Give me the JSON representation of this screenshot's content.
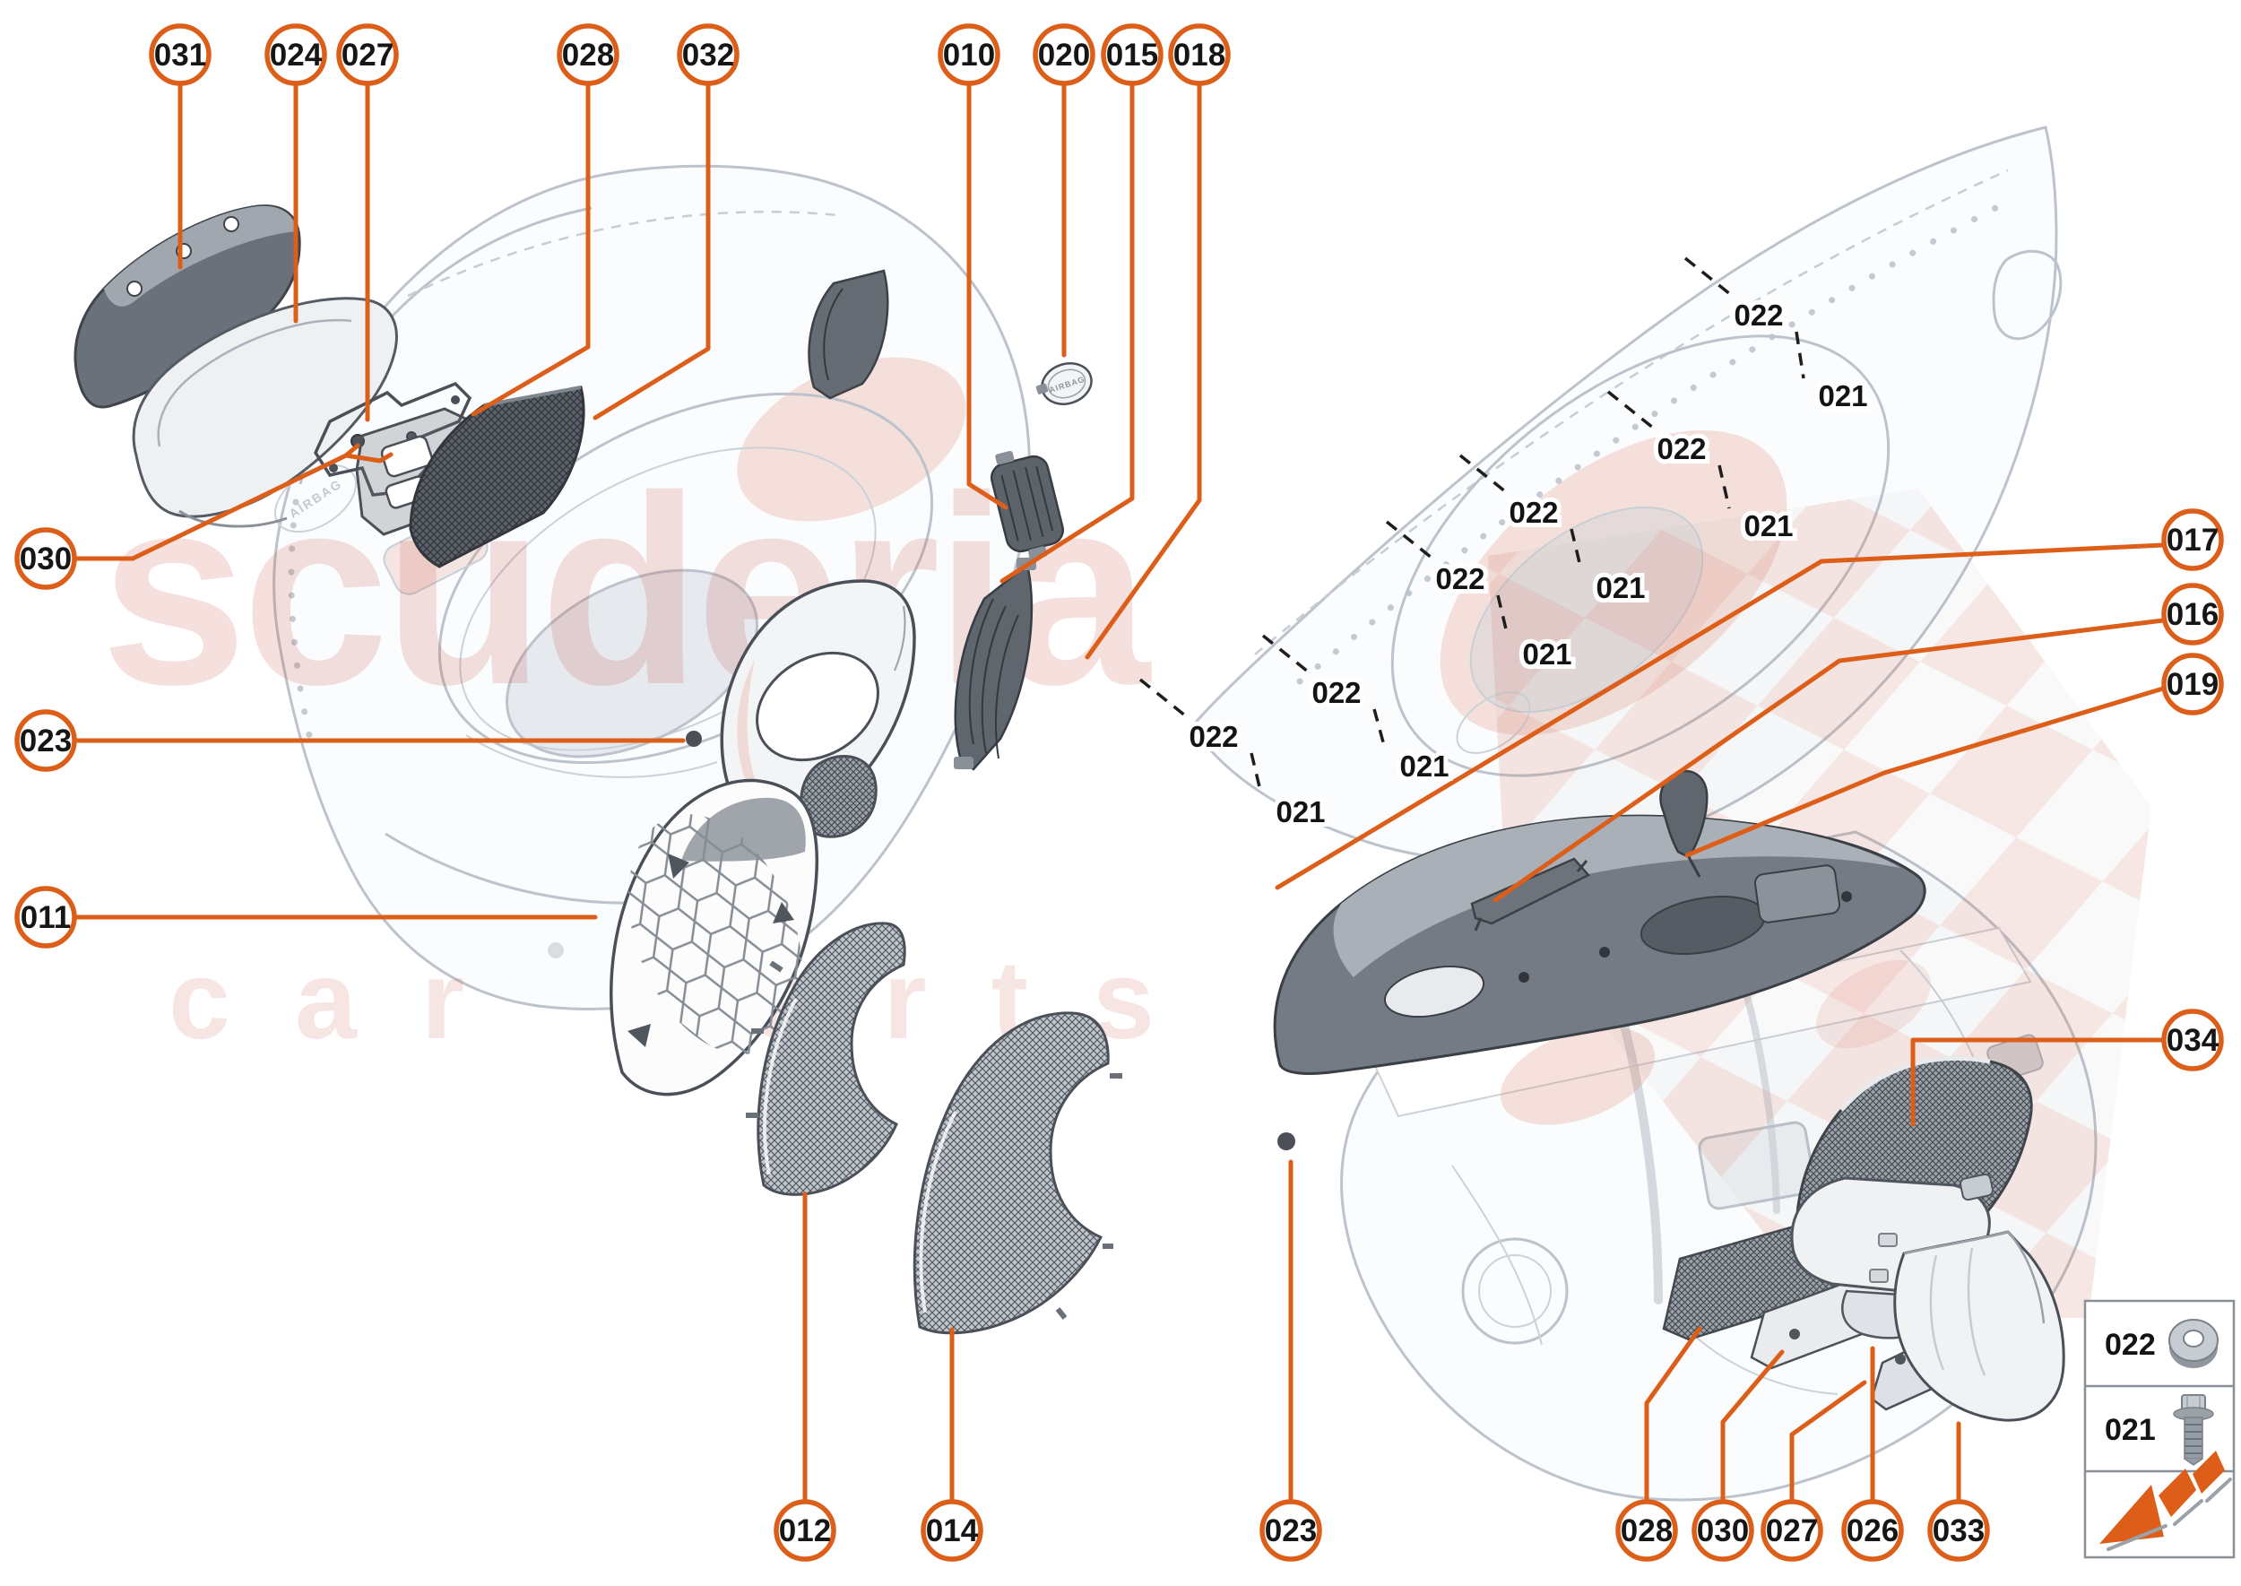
{
  "watermark": {
    "brand": "scuderia",
    "tagline": "car parts"
  },
  "airbag_badge_label": "AIRBAG",
  "airbag_emboss_label": "AIRBAG",
  "callouts": {
    "top": [
      {
        "label": "031"
      },
      {
        "label": "024"
      },
      {
        "label": "027"
      },
      {
        "label": "028"
      },
      {
        "label": "032"
      },
      {
        "label": "010"
      },
      {
        "label": "020"
      },
      {
        "label": "015"
      },
      {
        "label": "018"
      }
    ],
    "left": [
      {
        "label": "030"
      },
      {
        "label": "023"
      },
      {
        "label": "011"
      }
    ],
    "right": [
      {
        "label": "017"
      },
      {
        "label": "016"
      },
      {
        "label": "019"
      },
      {
        "label": "034"
      }
    ],
    "bottom": [
      {
        "label": "012"
      },
      {
        "label": "014"
      },
      {
        "label": "023"
      },
      {
        "label": "028"
      },
      {
        "label": "030"
      },
      {
        "label": "027"
      },
      {
        "label": "026"
      },
      {
        "label": "033"
      }
    ]
  },
  "fastener_pairs": [
    {
      "washer": "022",
      "bolt": "021"
    },
    {
      "washer": "022",
      "bolt": "021"
    },
    {
      "washer": "022",
      "bolt": "021"
    },
    {
      "washer": "022",
      "bolt": "021"
    },
    {
      "washer": "022",
      "bolt": "021"
    },
    {
      "washer": "022",
      "bolt": "021"
    }
  ],
  "legend": {
    "washer_label": "022",
    "bolt_label": "021"
  },
  "colors": {
    "accent": "#DC5E18",
    "watermark": "#C64A3A",
    "dash": "#1E1E1E"
  }
}
